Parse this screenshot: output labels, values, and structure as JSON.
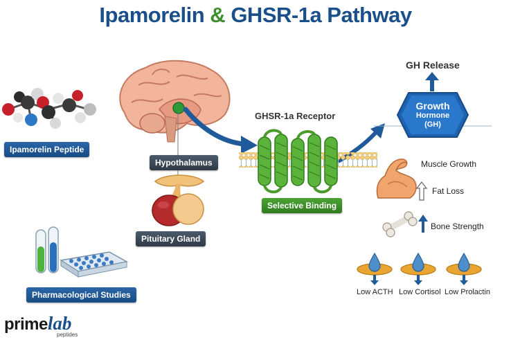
{
  "title": {
    "part1": "Ipamorelin",
    "amp": "&",
    "part2": "GHSR-1a Pathway"
  },
  "labels": {
    "peptide": "Ipamorelin Peptide",
    "hypothalamus": "Hypothalamus",
    "pituitary": "Pituitary Gland",
    "studies": "Pharmacological Studies",
    "receptor": "GHSR-1a Receptor",
    "binding": "Selective Binding",
    "gh_release": "GH Release",
    "gh_line1": "Growth",
    "gh_line2": "Hormone",
    "gh_line3": "(GH)"
  },
  "effects": {
    "muscle": "Muscle Growth",
    "fat": "Fat Loss",
    "bone": "Bone Strength"
  },
  "low": [
    "Low ACTH",
    "Low Cortisol",
    "Low Prolactin"
  ],
  "logo": {
    "prime": "prime",
    "lab": "lab",
    "sub": "peptides"
  },
  "colors": {
    "blue": "#1a4f8c",
    "green": "#3f8f2f",
    "dark_pill": "#3a4754",
    "gold": "#e9a531"
  }
}
